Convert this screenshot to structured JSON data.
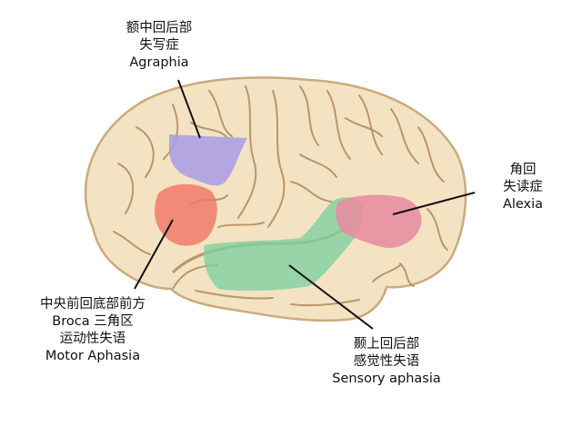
{
  "labels": {
    "agraphia": {
      "line1": "额中回后部",
      "line2": "失写症",
      "line3": "Agraphia",
      "color": "#a89ce6"
    },
    "alexia": {
      "line1": "角回",
      "line2": "失读症",
      "line3": "Alexia",
      "color": "#e88aa0"
    },
    "motor_aphasia": {
      "line1": "中央前回底部前方",
      "line2": "Broca 三角区",
      "line3": "运动性失语",
      "line4": "Motor Aphasia",
      "color": "#f07a6a"
    },
    "sensory_aphasia": {
      "line1": "颞上回后部",
      "line2": "感觉性失语",
      "line3": "Sensory aphasia",
      "color": "#7fd0a0"
    }
  },
  "colors": {
    "brain_fill": "#f4e3c3",
    "brain_outline": "#c9ab7e",
    "gyri_lines": "#b9966a",
    "leader_lines": "#111111"
  }
}
